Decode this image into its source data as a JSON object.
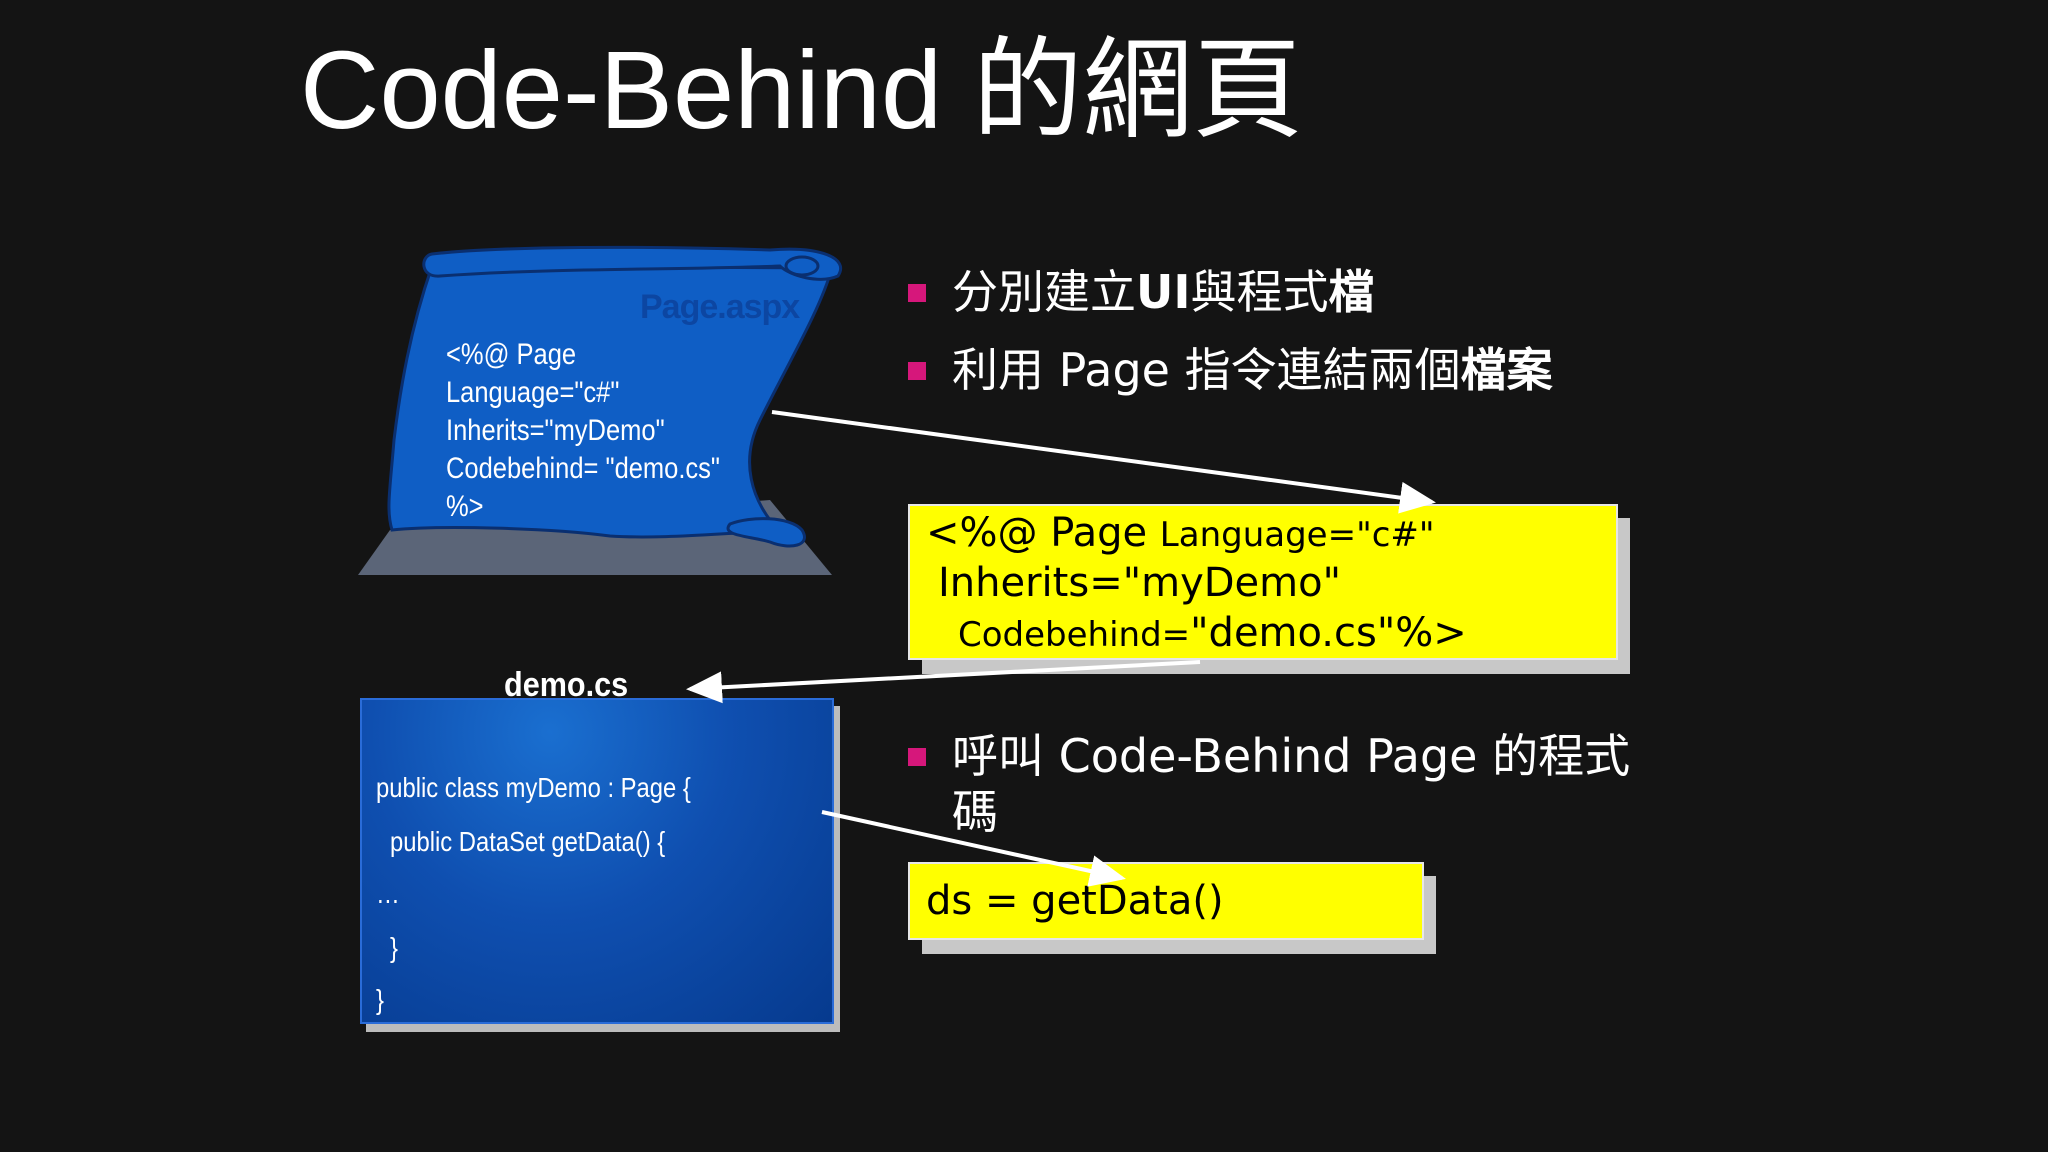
{
  "title": "Code-Behind 的網頁",
  "scroll": {
    "header": "Page.aspx",
    "lines": [
      "<%@ Page",
      "Language=\"c#\"",
      "Inherits=\"myDemo\"",
      "Codebehind= \"demo.cs\"",
      "%>"
    ]
  },
  "bullets": [
    {
      "pre": "分別建立",
      "bold": "UI",
      "post": "與程式",
      "bold2": "檔"
    },
    {
      "pre": "利用 Page 指令連結兩個",
      "bold": "檔案",
      "post": "",
      "bold2": ""
    },
    {
      "line1": "呼叫 Code-Behind Page 的程式",
      "line2": "碼"
    }
  ],
  "directive_box": {
    "line1_big": "<%@ Page ",
    "line1_small": "Language=\"c#\"",
    "line2": "Inherits=\"myDemo\"",
    "line3_small": "Codebehind=",
    "line3_big": "\"demo.cs\"%>"
  },
  "demo": {
    "label": "demo.cs",
    "lines": [
      "public class myDemo : Page {",
      "public DataSet getData() {",
      "…",
      "}",
      "}"
    ]
  },
  "call_box": {
    "text": "ds = getData()"
  },
  "colors": {
    "background": "#141414",
    "bullet": "#d6177b",
    "callout": "#ffff00",
    "code_blue": "#0f4fb0"
  }
}
